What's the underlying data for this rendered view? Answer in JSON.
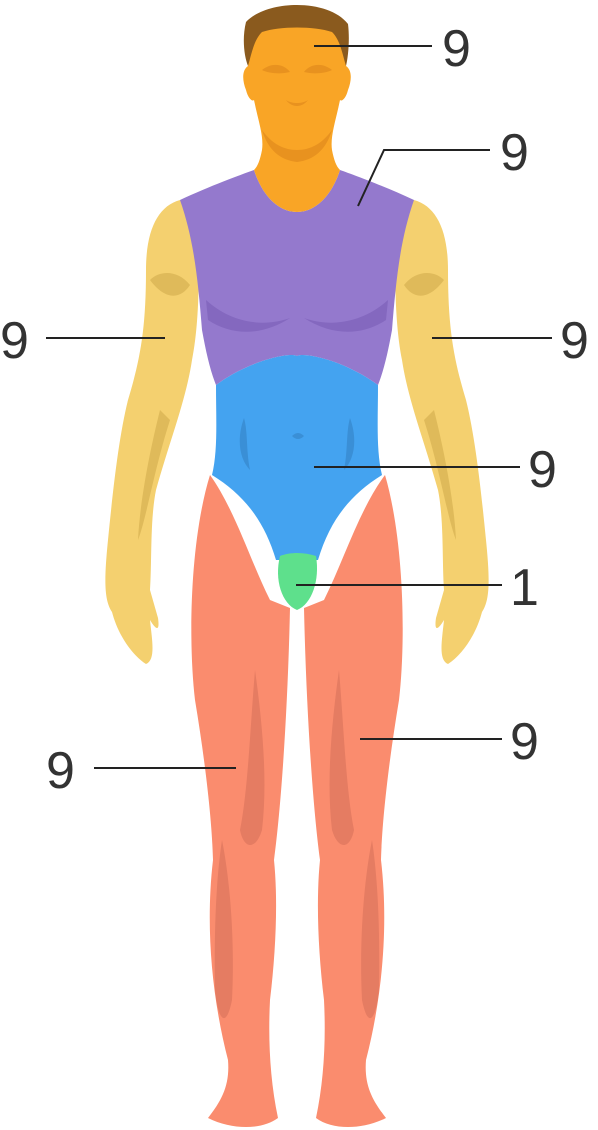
{
  "colors": {
    "hair": "#8a5a1e",
    "head_neck": "#f9a526",
    "head_shade": "#e8921f",
    "chest_back": "#9479cd",
    "chest_shade": "#8468bf",
    "arms": "#f4d06f",
    "arms_shade": "#dfba5a",
    "abdomen": "#44a3f0",
    "abdomen_shade": "#3a8fd6",
    "genitals": "#5ee08c",
    "legs": "#fa8c6e",
    "legs_shade": "#e57c62",
    "label_text": "#333333",
    "leader_line": "#222222"
  },
  "regions": [
    {
      "id": "head-neck",
      "label": "9"
    },
    {
      "id": "chest-back",
      "label": "9"
    },
    {
      "id": "right-arm",
      "label": "9"
    },
    {
      "id": "left-arm",
      "label": "9"
    },
    {
      "id": "abdomen",
      "label": "9"
    },
    {
      "id": "genitals",
      "label": "1"
    },
    {
      "id": "left-leg",
      "label": "9"
    },
    {
      "id": "right-leg",
      "label": "9"
    }
  ]
}
